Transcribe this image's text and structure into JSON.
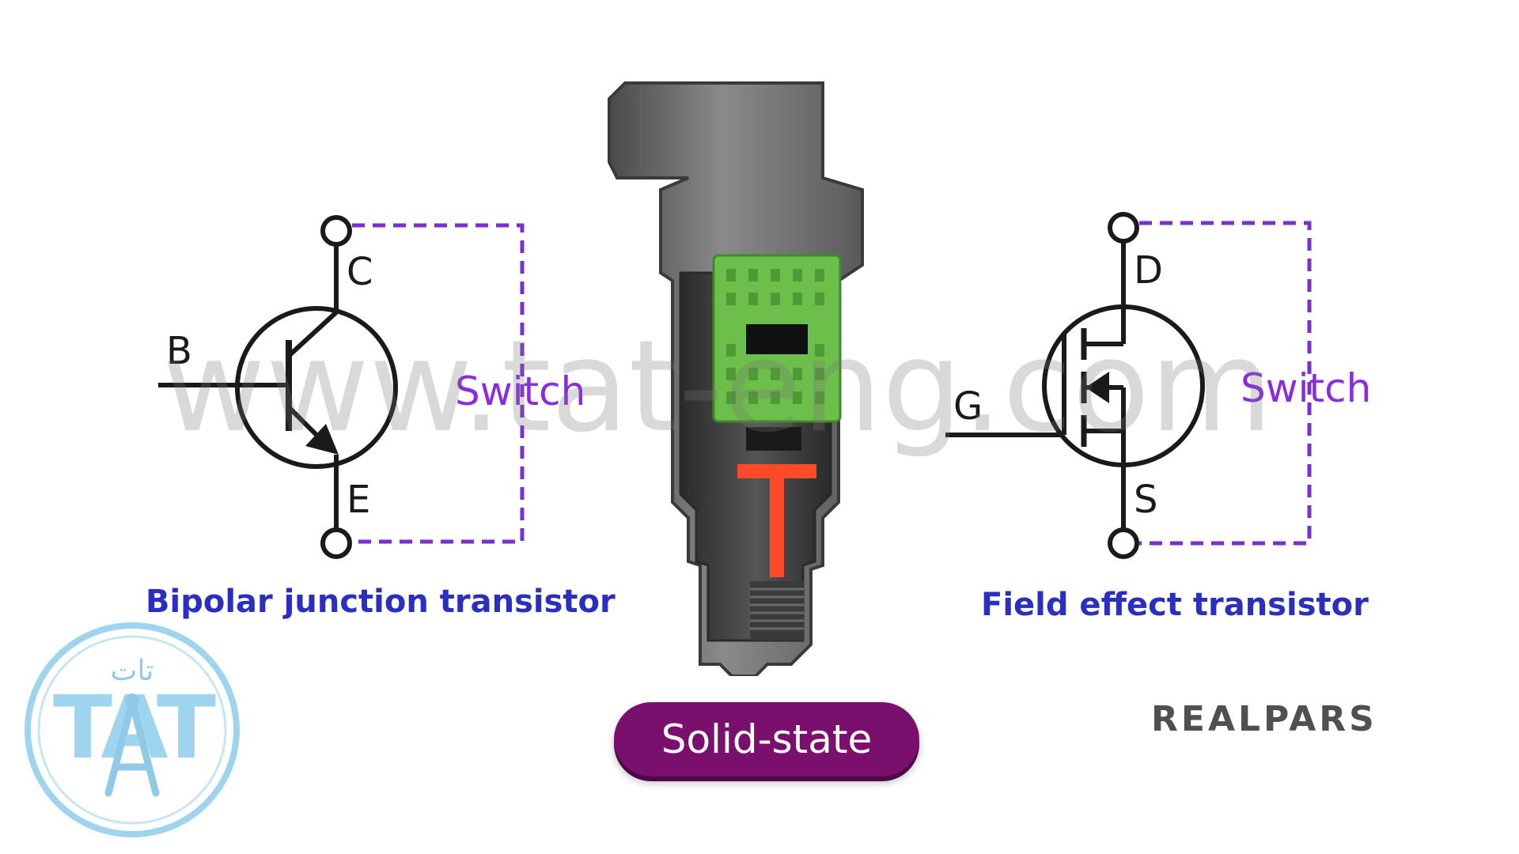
{
  "bjt": {
    "terminals": {
      "base": "B",
      "collector": "C",
      "emitter": "E"
    },
    "switch_label": "Switch",
    "caption": "Bipolar junction transistor"
  },
  "fet": {
    "terminals": {
      "gate": "G",
      "drain": "D",
      "source": "S"
    },
    "switch_label": "Switch",
    "caption": "Field effect transistor"
  },
  "device": {
    "label": "Solid-state"
  },
  "brand": {
    "name": "REALPARS"
  },
  "watermark": {
    "text": "www.tat-eng.com",
    "logo_letters": "TAT",
    "logo_arabic": "تات"
  },
  "colors": {
    "caption": "#2a2fc0",
    "switch": "#8a2be2",
    "badge": "#7a0f6e",
    "pcb": "#6cbf4a",
    "spring": "#ff4a2a",
    "housing": "#6e6e6e"
  }
}
